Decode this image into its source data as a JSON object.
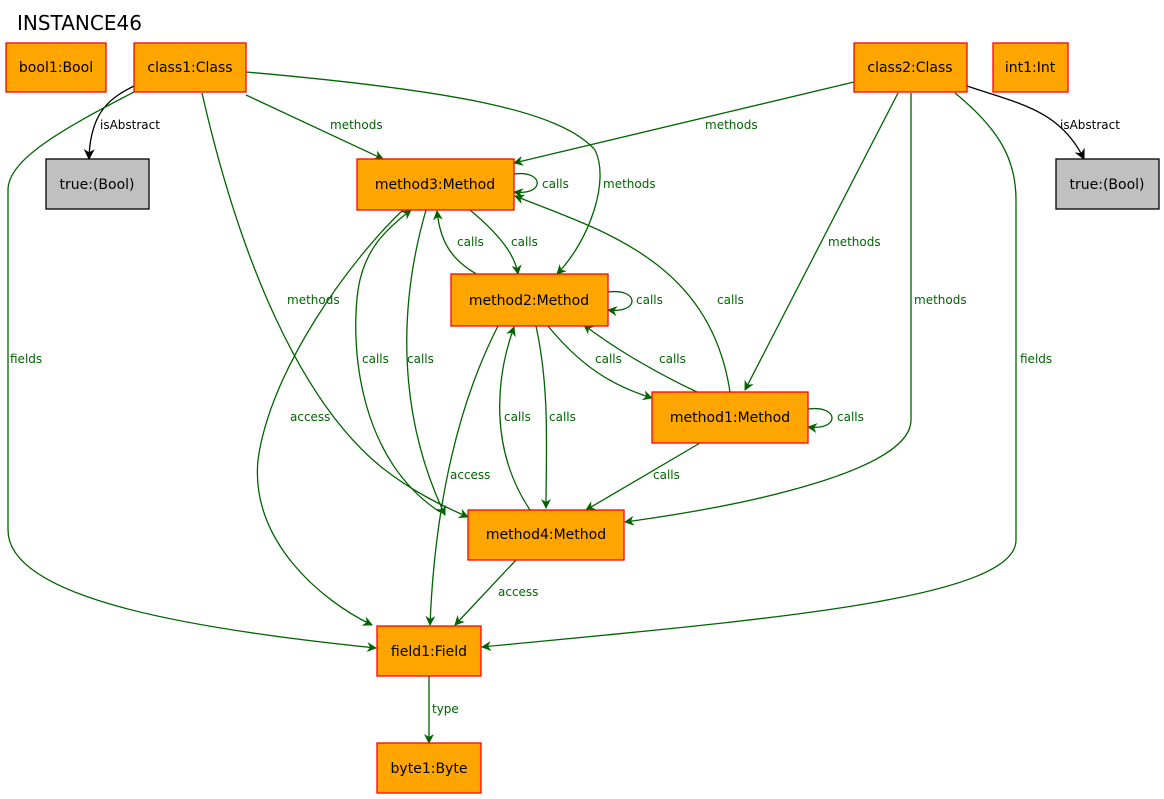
{
  "title": "INSTANCE46",
  "colors": {
    "object_fill": "#ffa500",
    "object_stroke": "#ff0000",
    "value_fill": "#c0c0c0",
    "value_stroke": "#000000",
    "edge_green": "#006400",
    "edge_black": "#000000"
  },
  "nodes": {
    "bool1": "bool1:Bool",
    "class1": "class1:Class",
    "class2": "class2:Class",
    "int1": "int1:Int",
    "true_left": "true:(Bool)",
    "true_right": "true:(Bool)",
    "method3": "method3:Method",
    "method2": "method2:Method",
    "method1": "method1:Method",
    "method4": "method4:Method",
    "field1": "field1:Field",
    "byte1": "byte1:Byte"
  },
  "edge_labels": {
    "isAbstract": "isAbstract",
    "methods": "methods",
    "calls": "calls",
    "fields": "fields",
    "access": "access",
    "type": "type"
  }
}
